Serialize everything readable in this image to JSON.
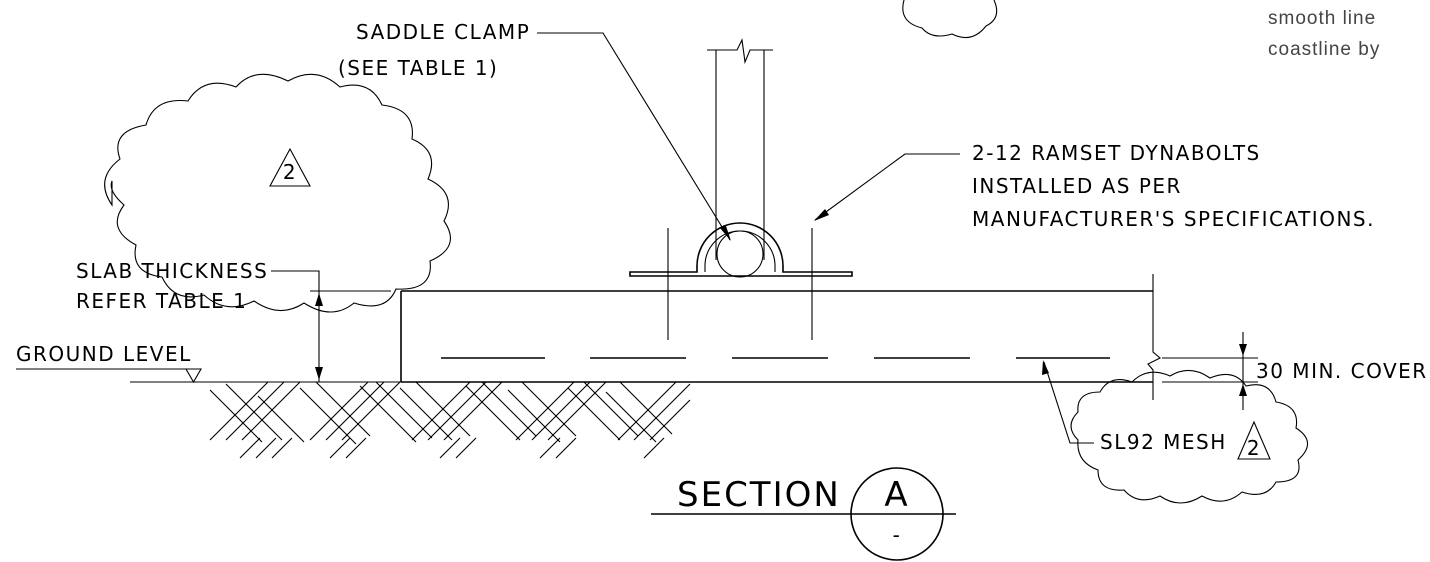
{
  "labels": {
    "saddle_clamp_1": "SADDLE CLAMP",
    "saddle_clamp_2": "(SEE TABLE 1)",
    "dynabolts_1": "2-12 RAMSET DYNABOLTS",
    "dynabolts_2": "INSTALLED AS PER",
    "dynabolts_3": "MANUFACTURER'S SPECIFICATIONS.",
    "slab_thickness_1": "SLAB THICKNESS",
    "slab_thickness_2": "REFER TABLE 1",
    "ground_level": "GROUND LEVEL",
    "min_cover": "30 MIN. COVER",
    "mesh": "SL92 MESH",
    "section_title": "SECTION",
    "section_letter": "A",
    "section_sheet": "-",
    "revision_left": "2",
    "revision_right": "2"
  },
  "note_fragment": {
    "line_1": "smooth line",
    "line_2": "coastline by"
  }
}
